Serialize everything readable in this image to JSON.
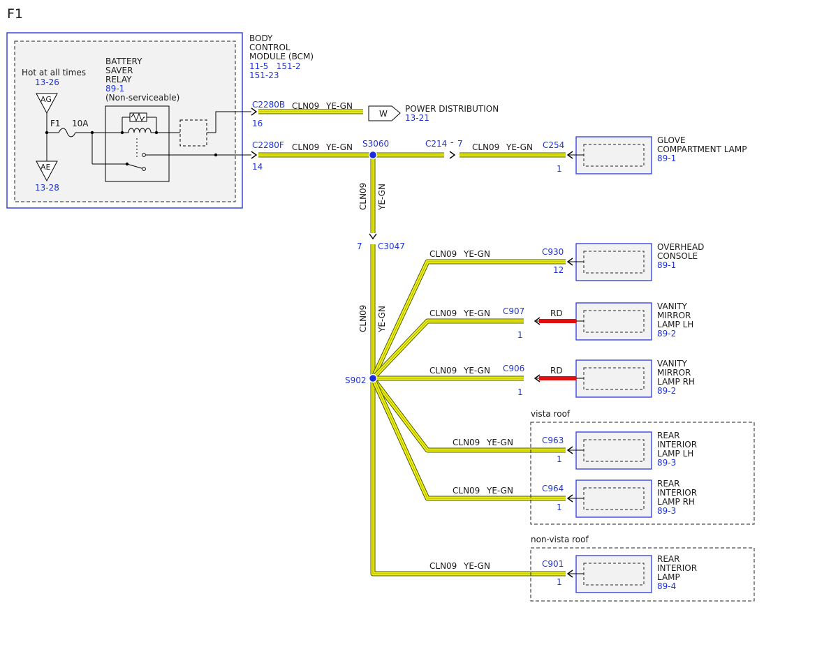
{
  "page_label": "F1",
  "bcm": {
    "title_lines": [
      "BODY",
      "CONTROL",
      "MODULE (BCM)"
    ],
    "refs_line1": "11-5   151-2",
    "refs_line2": "151-23",
    "hot_label": "Hot at all times",
    "hot_ref": "13-26",
    "ag_label": "AG",
    "ae_label": "AE",
    "ae_ref": "13-28",
    "fuse_name": "F1",
    "fuse_rating": "10A",
    "relay_lines": [
      "BATTERY",
      "SAVER",
      "RELAY"
    ],
    "relay_ref": "89-1",
    "relay_note": "(Non-serviceable)"
  },
  "wire_circuit": "CLN09",
  "wire_color": "YE-GN",
  "power_distribution": {
    "connector": "C2280B",
    "pin": "16",
    "badge": "W",
    "label": "POWER DISTRIBUTION",
    "ref": "13-21"
  },
  "main_feed": {
    "connector": "C2280F",
    "pin": "14",
    "splice": "S3060",
    "inline_connector": "C214",
    "inline_dash": "-",
    "inline_pin": "7"
  },
  "drop": {
    "connector": "C3047",
    "pin": "7",
    "splice": "S902"
  },
  "loads": [
    {
      "id": "glove",
      "connector": "C254",
      "pin": "1",
      "name_lines": [
        "GLOVE",
        "COMPARTMENT LAMP"
      ],
      "ref": "89-1"
    },
    {
      "id": "overhead",
      "connector": "C930",
      "pin": "12",
      "name_lines": [
        "OVERHEAD",
        "CONSOLE"
      ],
      "ref": "89-1"
    },
    {
      "id": "vanity-lh",
      "connector": "C907",
      "pin": "1",
      "jumper": "RD",
      "name_lines": [
        "VANITY",
        "MIRROR",
        "LAMP LH"
      ],
      "ref": "89-2"
    },
    {
      "id": "vanity-rh",
      "connector": "C906",
      "pin": "1",
      "jumper": "RD",
      "name_lines": [
        "VANITY",
        "MIRROR",
        "LAMP RH"
      ],
      "ref": "89-2"
    },
    {
      "id": "rear-lh",
      "connector": "C963",
      "pin": "1",
      "name_lines": [
        "REAR",
        "INTERIOR",
        "LAMP LH"
      ],
      "ref": "89-3"
    },
    {
      "id": "rear-rh",
      "connector": "C964",
      "pin": "1",
      "name_lines": [
        "REAR",
        "INTERIOR",
        "LAMP RH"
      ],
      "ref": "89-3"
    },
    {
      "id": "rear",
      "connector": "C901",
      "pin": "1",
      "name_lines": [
        "REAR",
        "INTERIOR",
        "LAMP"
      ],
      "ref": "89-4"
    }
  ],
  "groups": {
    "vista": "vista roof",
    "non_vista": "non-vista roof"
  },
  "colors": {
    "wire_yellow": "#f2f20a",
    "wire_edge": "#4a5a10",
    "red_wire": "#e01010",
    "module_border": "#2a3ad6",
    "ref_blue": "#1f33d6",
    "splice_blue": "#1a2ee0"
  }
}
